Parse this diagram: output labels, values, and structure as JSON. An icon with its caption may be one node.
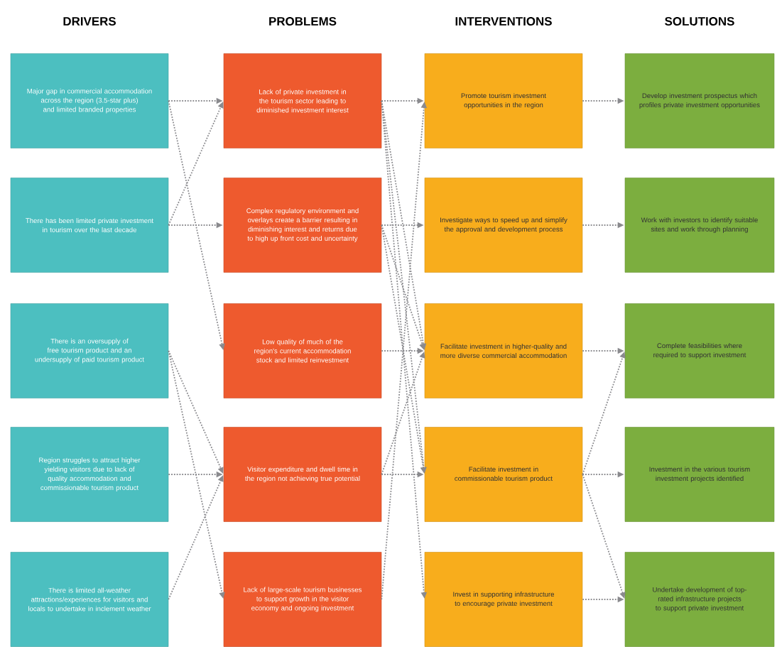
{
  "diagram": {
    "nodes": [
      {
        "text": [
          "Major gap in commercial accommodation across the region (3.5-star plus) and limited branded properties"
        ]
      },
      {
        "text": [
          "There has been limited private investment in tourism over the last decade"
        ]
      },
      {
        "text": [
          "There is an oversupply of free tourism product and an undersupply of paid tourism product"
        ]
      },
      {
        "text": [
          "Region struggles to attract higher yielding visitors due to lack of quality accommodation and commissionable tourism product"
        ]
      },
      {
        "text": [
          "There is limited all-weather attractions/experiences for visitors and locals to undertake in inclement weather"
        ]
      },
      {
        "text": [
          "Lack of private investment in the tourism sector leading to diminished investment interest"
        ]
      },
      {
        "text": [
          "Complex regulatory environment and overlays create a barrier resulting in diminishing interest and returns due to high up front cost and uncertainty"
        ]
      },
      {
        "text": [
          "Low quality of much of the region's current accommodation stock and limited reinvestment"
        ]
      },
      {
        "text": [
          "Visitor expenditure and dwell time in the region not achieving true potential"
        ]
      },
      {
        "text": [
          "Lack of large-scale tourism businesses to support growth in the visitor economy and ongoing investment"
        ]
      },
      {
        "text": [
          "Promote tourism investment opportunities in the region"
        ]
      },
      {
        "text": [
          "Investigate ways to speed up and simplify the approval and development process"
        ]
      },
      {
        "text": [
          "Facilitate investment in higher-quality and more diverse commercial accommodation"
        ]
      },
      {
        "text": [
          "Facilitate investment in commissionable tourism product"
        ]
      },
      {
        "text": [
          "Invest in supporting infrastructure to encourage private investment"
        ]
      },
      {
        "text": [
          "Develop investment prospectus which profiles private investment opportunities"
        ]
      },
      {
        "text": [
          "Work with investors to identify suitable sites and work through planning"
        ]
      },
      {
        "text": [
          "Complete feasibilities where required to support investment"
        ]
      },
      {
        "text": [
          "Investment in the various tourism investment projects identified"
        ]
      },
      {
        "text": [
          "Undertake development of top-rated infrastructure projects to support private investment"
        ]
      }
    ],
    "edges": [
      {
        "from": 0,
        "to": 5,
        "arrow": "to"
      },
      {
        "from": 0,
        "to": 7,
        "arrow": "to"
      },
      {
        "from": 1,
        "to": 5,
        "arrow": "to"
      },
      {
        "from": 1,
        "to": 6,
        "arrow": "to"
      },
      {
        "from": 2,
        "to": 8,
        "arrow": "to"
      },
      {
        "from": 2,
        "to": 9,
        "arrow": "to"
      },
      {
        "from": 3,
        "to": 8,
        "arrow": "to"
      },
      {
        "from": 4,
        "to": 8,
        "arrow": "to"
      },
      {
        "from": 5,
        "to": 10,
        "arrow": "to"
      },
      {
        "from": 5,
        "to": 12,
        "arrow": "to"
      },
      {
        "from": 5,
        "to": 13,
        "arrow": "to"
      },
      {
        "from": 5,
        "to": 14,
        "arrow": "to"
      },
      {
        "from": 6,
        "to": 11,
        "arrow": "to"
      },
      {
        "from": 6,
        "to": 12,
        "arrow": "to"
      },
      {
        "from": 6,
        "to": 13,
        "arrow": "to"
      },
      {
        "from": 7,
        "to": 12,
        "arrow": "to"
      },
      {
        "from": 8,
        "to": 12,
        "arrow": "to"
      },
      {
        "from": 8,
        "to": 13,
        "arrow": "to"
      },
      {
        "from": 9,
        "to": 10,
        "arrow": "to"
      },
      {
        "from": 10,
        "to": 15,
        "arrow": "to"
      },
      {
        "from": 11,
        "to": 16,
        "arrow": "to"
      },
      {
        "from": 12,
        "to": 17,
        "arrow": "to"
      },
      {
        "from": 13,
        "to": 17,
        "arrow": "to"
      },
      {
        "from": 13,
        "to": 18,
        "arrow": "to"
      },
      {
        "from": 13,
        "to": 19,
        "arrow": "to"
      },
      {
        "from": 14,
        "to": 19,
        "arrow": "to"
      }
    ],
    "labels": [
      "DRIVERS",
      "PROBLEMS",
      "INTERVENTIONS",
      "SOLUTIONS"
    ]
  }
}
